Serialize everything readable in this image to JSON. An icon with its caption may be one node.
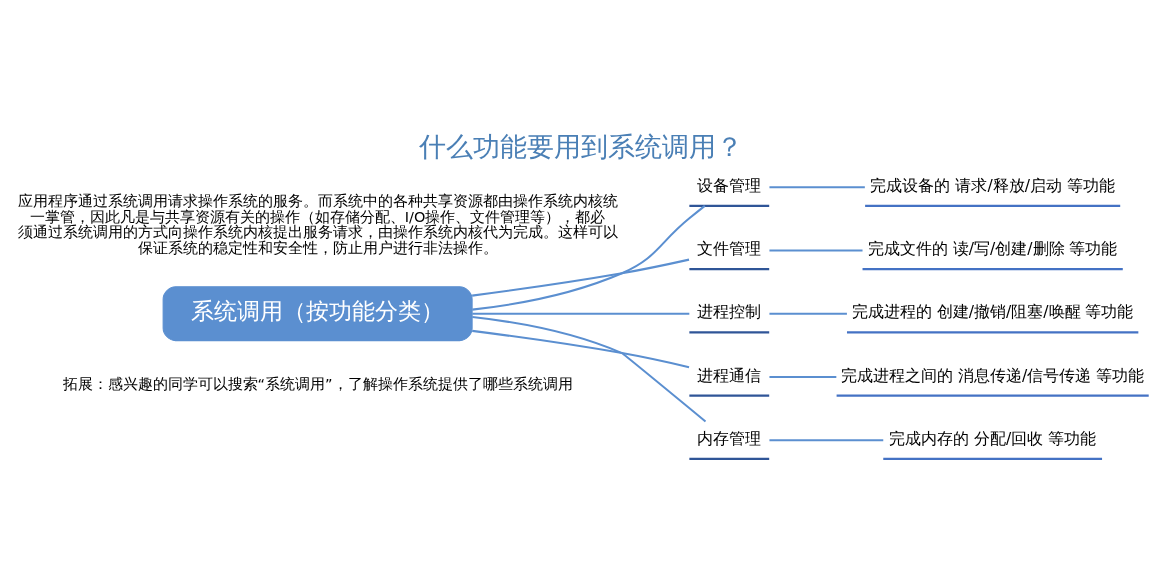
{
  "diagram": {
    "title": "什么功能要用到系统调用？",
    "nodes": [
      {
        "text": [
          "系统调用（按功能分类）"
        ]
      },
      {
        "text": [
          "设备管理"
        ]
      },
      {
        "text": [
          "文件管理"
        ]
      },
      {
        "text": [
          "进程控制"
        ]
      },
      {
        "text": [
          "进程通信"
        ]
      },
      {
        "text": [
          "内存管理"
        ]
      },
      {
        "text": [
          "完成设备的 请求/释放/启动 等功能"
        ]
      },
      {
        "text": [
          "完成文件的 读/写/创建/删除 等功能"
        ]
      },
      {
        "text": [
          "完成进程的 创建/撤销/阻塞/唤醒 等功能"
        ]
      },
      {
        "text": [
          "完成进程之间的 消息传递/信号传递 等功能"
        ]
      },
      {
        "text": [
          "完成内存的 分配/回收 等功能"
        ]
      }
    ],
    "edges": [
      {
        "from": 0,
        "to": 1,
        "arrow": "none"
      },
      {
        "from": 0,
        "to": 2,
        "arrow": "none"
      },
      {
        "from": 0,
        "to": 3,
        "arrow": "none"
      },
      {
        "from": 0,
        "to": 4,
        "arrow": "none"
      },
      {
        "from": 0,
        "to": 5,
        "arrow": "none"
      },
      {
        "from": 1,
        "to": 6,
        "arrow": "none"
      },
      {
        "from": 2,
        "to": 7,
        "arrow": "none"
      },
      {
        "from": 3,
        "to": 8,
        "arrow": "none"
      },
      {
        "from": 4,
        "to": 9,
        "arrow": "none"
      },
      {
        "from": 5,
        "to": 10,
        "arrow": "none"
      }
    ],
    "labels": [
      "应用程序通过系统调用请求操作系统的服务。而系统中的各种共享资源都由操作系统内核统一掌管，因此凡是与共享资源有关的操作（如存储分配、I/O操作、文件管理等），都必须通过系统调用的方式向操作系统内核提出服务请求，由操作系统内核代为完成。这样可以保证系统的稳定性和安全性，防止用户进行非法操作。",
      "拓展：感兴趣的同学可以搜索“系统调用”，了解操作系统提供了哪些系统调用"
    ]
  }
}
